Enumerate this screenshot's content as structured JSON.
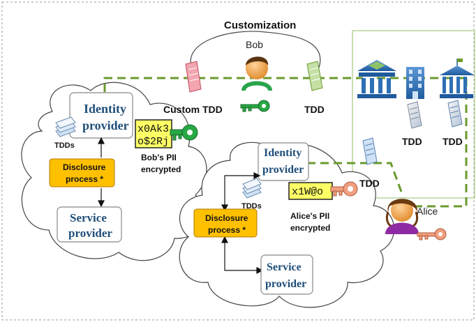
{
  "labels": {
    "customization": "Customization",
    "bob": "Bob",
    "alice": "Alice",
    "custom_tdd": "Custom TDD",
    "tdd": "TDD",
    "tdds": "TDDs"
  },
  "left_cloud": {
    "identity_provider": [
      "Identity",
      "provider"
    ],
    "disclosure_process": [
      "Disclosure",
      "process *"
    ],
    "service_provider": [
      "Service",
      "provider"
    ],
    "encrypted_pii": [
      "x0Ak3",
      "o$2Rj"
    ],
    "pii_caption": [
      "Bob's PII",
      "encrypted"
    ]
  },
  "right_cloud": {
    "identity_provider": [
      "Identity",
      "provider"
    ],
    "disclosure_process": [
      "Disclosure",
      "process *"
    ],
    "service_provider": [
      "Service",
      "provider"
    ],
    "encrypted_pii": "x1W@o",
    "pii_caption": [
      "Alice's PII",
      "encrypted"
    ]
  },
  "colors": {
    "dashed_link": "#6a9a2c",
    "disclosure_fill": "#ffc000",
    "pii_fill": "#ffff66",
    "bob_key": "#27a844",
    "alice_key": "#f0a080",
    "institution_blue": "#2f6fb5",
    "box_text": "#1f4e79"
  },
  "icons": [
    "cloud-shape",
    "person-bob-icon",
    "person-alice-icon",
    "key-icon",
    "document-icon",
    "university-icon",
    "office-building-icon",
    "bank-icon",
    "tdd-stack-icon"
  ]
}
